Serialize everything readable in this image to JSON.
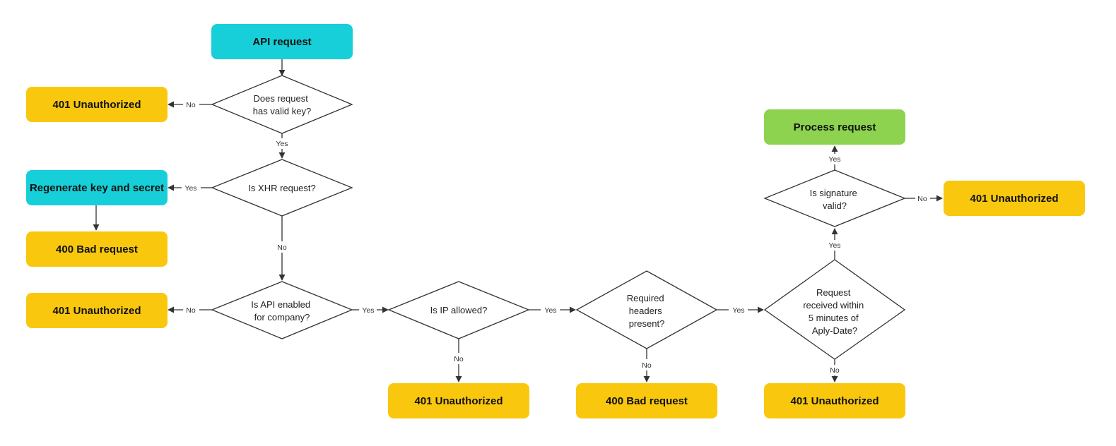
{
  "colors": {
    "start": "#17CFD8",
    "error": "#F9C80E",
    "success": "#8ED34F",
    "regenerate": "#17CFD8",
    "line": "#333333"
  },
  "nodes": {
    "api_request": "API request",
    "decision_valid_key": [
      "Does request",
      "has valid key?"
    ],
    "unauthorized_no_key": "401 Unauthorized",
    "decision_xhr": [
      "Is XHR request?"
    ],
    "regenerate": "Regenerate key and secret",
    "bad_request_xhr": "400 Bad request",
    "decision_api_enabled": [
      "Is API enabled",
      "for company?"
    ],
    "unauthorized_api_disabled": "401 Unauthorized",
    "decision_ip": [
      "Is IP allowed?"
    ],
    "unauthorized_ip": "401 Unauthorized",
    "decision_headers": [
      "Required",
      "headers",
      "present?"
    ],
    "bad_request_headers": "400 Bad request",
    "decision_time": [
      "Request",
      "received within",
      "5 minutes of",
      "Aply-Date?"
    ],
    "unauthorized_time": "401 Unauthorized",
    "decision_signature": [
      "Is signature",
      "valid?"
    ],
    "unauthorized_signature": "401 Unauthorized",
    "process_request": "Process request"
  },
  "edge_labels": {
    "yes": "Yes",
    "no": "No"
  }
}
